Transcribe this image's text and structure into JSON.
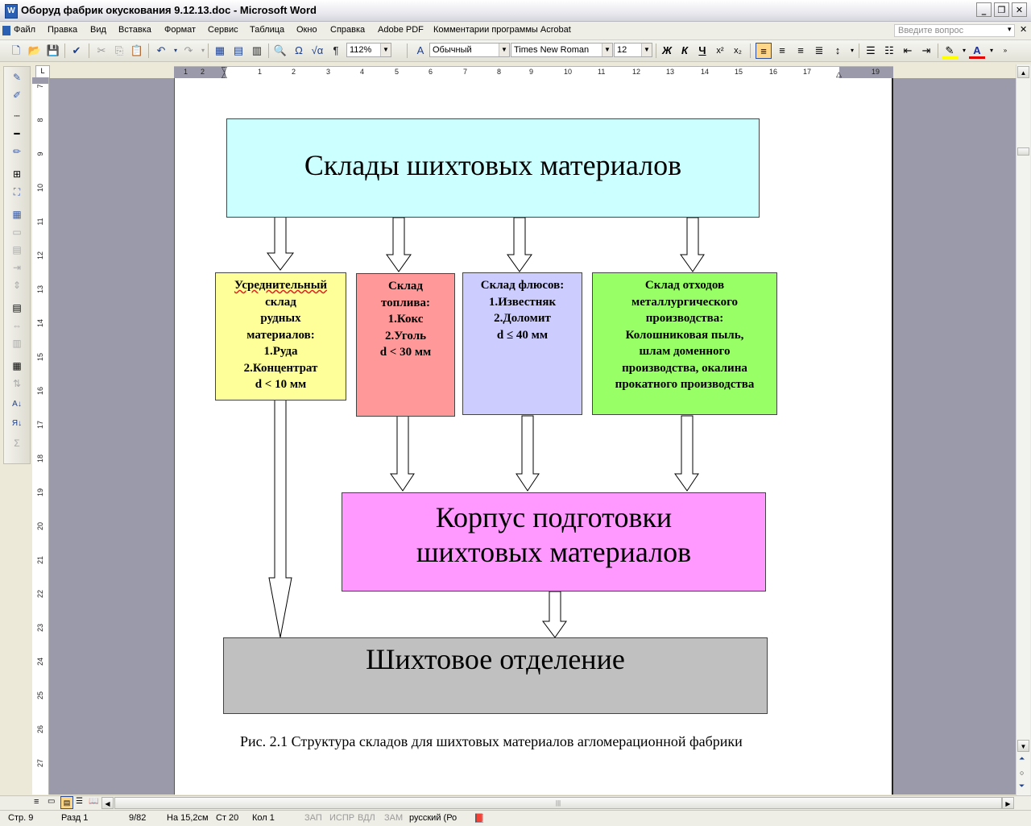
{
  "window": {
    "title": "Оборуд фабрик окускования 9.12.13.doc - Microsoft Word",
    "app_icon": "word-doc-icon",
    "buttons": [
      "minimize",
      "restore",
      "close"
    ]
  },
  "menu": {
    "items": [
      "Файл",
      "Правка",
      "Вид",
      "Вставка",
      "Формат",
      "Сервис",
      "Таблица",
      "Окно",
      "Справка",
      "Adobe PDF",
      "Комментарии программы Acrobat"
    ],
    "help_placeholder": "Введите вопрос"
  },
  "toolbar": {
    "zoom": "112%",
    "style": "Обычный",
    "font": "Times New Roman",
    "size": "12",
    "bold": "Ж",
    "italic": "К",
    "underline": "Ч"
  },
  "ruler": {
    "corner": "L",
    "h_numbers": [
      "1",
      "2",
      "1",
      "2",
      "3",
      "4",
      "5",
      "6",
      "7",
      "8",
      "9",
      "10",
      "11",
      "12",
      "13",
      "14",
      "15",
      "16",
      "17",
      "19"
    ],
    "v_numbers": [
      "7",
      "8",
      "9",
      "10",
      "11",
      "12",
      "13",
      "14",
      "15",
      "16",
      "17",
      "18",
      "19",
      "20",
      "21",
      "22",
      "23",
      "24",
      "25",
      "26",
      "27"
    ]
  },
  "document": {
    "top_box": "Склады шихтовых материалов",
    "box_ore": [
      "Усреднительный",
      "склад",
      "рудных",
      "материалов:",
      "1.Руда",
      "2.Концентрат",
      "d < 10 мм"
    ],
    "box_fuel": [
      "Склад",
      "топлива:",
      "1.Кокс",
      "2.Уголь",
      "d < 30 мм"
    ],
    "box_flux": [
      "Склад флюсов:",
      "1.Известняк",
      "2.Доломит",
      "d ≤ 40 мм"
    ],
    "box_waste": [
      "Склад отходов",
      "металлургического",
      "производства:",
      "Колошниковая пыль,",
      "шлам доменного",
      "производства, окалина",
      "прокатного производства"
    ],
    "middle_box": [
      "Корпус подготовки",
      "шихтовых материалов"
    ],
    "bottom_box": "Шихтовое отделение",
    "caption": "Рис. 2.1 Структура складов для шихтовых материалов агломерационной фабрики"
  },
  "colors": {
    "top_box": "#ccffff",
    "box_ore": "#ffff99",
    "box_fuel": "#ff9999",
    "box_flux": "#ccccff",
    "box_waste": "#99ff66",
    "middle_box": "#ff99ff",
    "bottom_box": "#c0c0c0"
  },
  "status": {
    "page": "Стр. 9",
    "section": "Разд 1",
    "pages": "9/82",
    "at": "На 15,2см",
    "line": "Ст 20",
    "col": "Кол 1",
    "rec": "ЗАП",
    "trk": "ИСПР",
    "ext": "ВДЛ",
    "ovr": "ЗАМ",
    "lang": "русский (Ро"
  }
}
